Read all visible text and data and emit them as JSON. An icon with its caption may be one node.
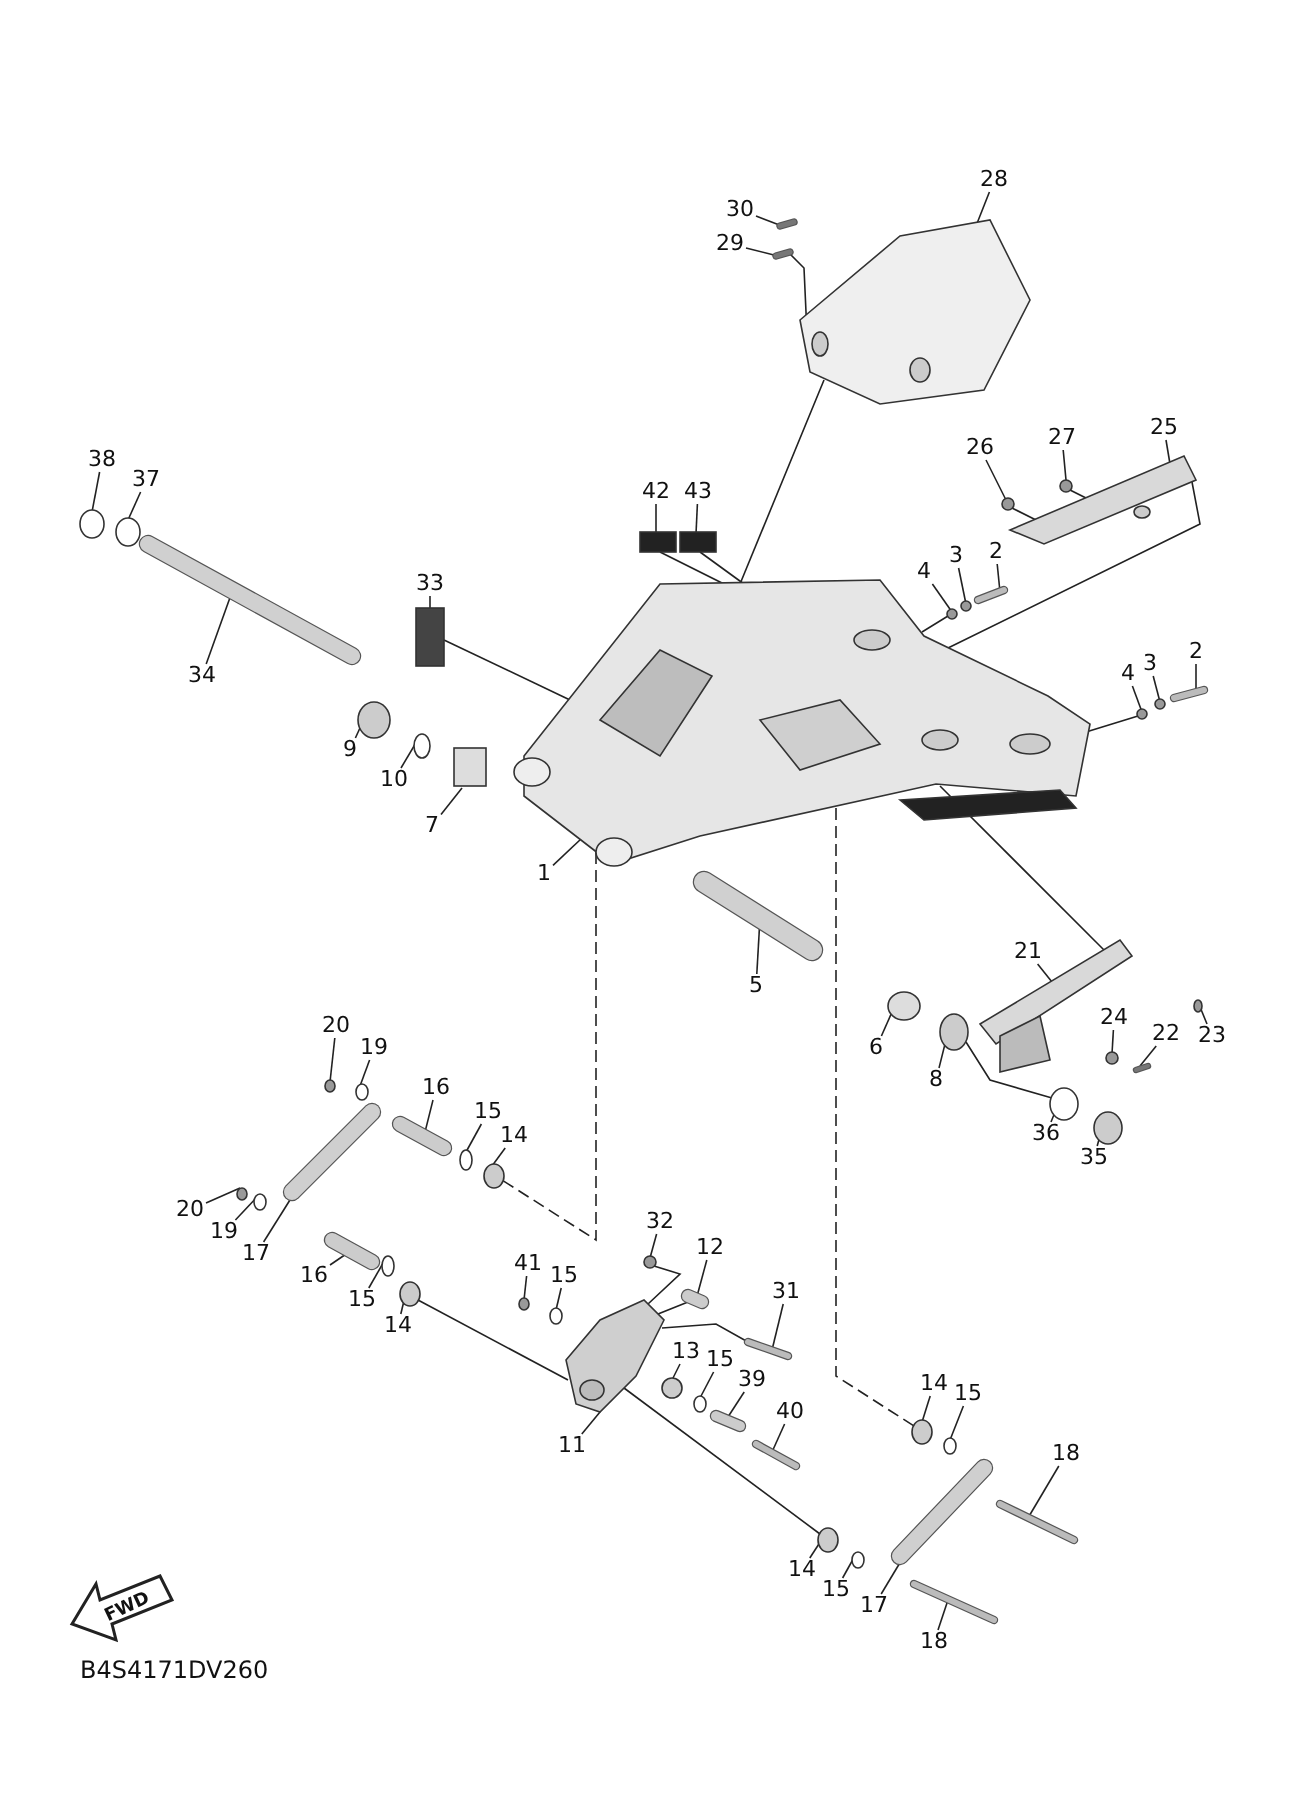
{
  "diagram": {
    "nodes": [
      {
        "text": [
          "28"
        ]
      },
      {
        "text": [
          "30"
        ]
      },
      {
        "text": [
          "29"
        ]
      },
      {
        "text": [
          "38"
        ]
      },
      {
        "text": [
          "37"
        ]
      },
      {
        "text": [
          "42"
        ]
      },
      {
        "text": [
          "43"
        ]
      },
      {
        "text": [
          "26"
        ]
      },
      {
        "text": [
          "27"
        ]
      },
      {
        "text": [
          "25"
        ]
      },
      {
        "text": [
          "33"
        ]
      },
      {
        "text": [
          "34"
        ]
      },
      {
        "text": [
          "4"
        ]
      },
      {
        "text": [
          "3"
        ]
      },
      {
        "text": [
          "2"
        ]
      },
      {
        "text": [
          "4"
        ]
      },
      {
        "text": [
          "3"
        ]
      },
      {
        "text": [
          "2"
        ]
      },
      {
        "text": [
          "9"
        ]
      },
      {
        "text": [
          "10"
        ]
      },
      {
        "text": [
          "7"
        ]
      },
      {
        "text": [
          "1"
        ]
      },
      {
        "text": [
          "5"
        ]
      },
      {
        "text": [
          "6"
        ]
      },
      {
        "text": [
          "8"
        ]
      },
      {
        "text": [
          "21"
        ]
      },
      {
        "text": [
          "36"
        ]
      },
      {
        "text": [
          "35"
        ]
      },
      {
        "text": [
          "24"
        ]
      },
      {
        "text": [
          "22"
        ]
      },
      {
        "text": [
          "23"
        ]
      },
      {
        "text": [
          "20"
        ]
      },
      {
        "text": [
          "19"
        ]
      },
      {
        "text": [
          "16"
        ]
      },
      {
        "text": [
          "15"
        ]
      },
      {
        "text": [
          "14"
        ]
      },
      {
        "text": [
          "20"
        ]
      },
      {
        "text": [
          "19"
        ]
      },
      {
        "text": [
          "17"
        ]
      },
      {
        "text": [
          "16"
        ]
      },
      {
        "text": [
          "15"
        ]
      },
      {
        "text": [
          "14"
        ]
      },
      {
        "text": [
          "32"
        ]
      },
      {
        "text": [
          "12"
        ]
      },
      {
        "text": [
          "41"
        ]
      },
      {
        "text": [
          "15"
        ]
      },
      {
        "text": [
          "31"
        ]
      },
      {
        "text": [
          "13"
        ]
      },
      {
        "text": [
          "15"
        ]
      },
      {
        "text": [
          "39"
        ]
      },
      {
        "text": [
          "40"
        ]
      },
      {
        "text": [
          "11"
        ]
      },
      {
        "text": [
          "14"
        ]
      },
      {
        "text": [
          "15"
        ]
      },
      {
        "text": [
          "18"
        ]
      },
      {
        "text": [
          "14"
        ]
      },
      {
        "text": [
          "15"
        ]
      },
      {
        "text": [
          "17"
        ]
      },
      {
        "text": [
          "18"
        ]
      },
      {
        "text": [],
        "shape": "picture"
      },
      {
        "text": [],
        "shape": "bar"
      },
      {
        "text": [],
        "shape": "bar"
      },
      {
        "text": [],
        "shape": "circle"
      },
      {
        "text": [],
        "shape": "circle"
      },
      {
        "text": [],
        "shape": "box"
      },
      {
        "text": [],
        "shape": "box"
      },
      {
        "text": [],
        "shape": "circle"
      },
      {
        "text": [],
        "shape": "circle"
      },
      {
        "text": [],
        "shape": "picture"
      },
      {
        "text": [],
        "shape": "box"
      },
      {
        "text": [],
        "shape": "bar"
      },
      {
        "text": [],
        "shape": "circle"
      },
      {
        "text": [],
        "shape": "circle"
      },
      {
        "text": [],
        "shape": "bar"
      },
      {
        "text": [],
        "shape": "circle"
      },
      {
        "text": [],
        "shape": "circle"
      },
      {
        "text": [],
        "shape": "bar"
      },
      {
        "text": [],
        "shape": "circle"
      },
      {
        "text": [],
        "shape": "circle"
      },
      {
        "text": [],
        "shape": "box"
      },
      {
        "text": [],
        "shape": "picture"
      },
      {
        "text": [],
        "shape": "bar"
      },
      {
        "text": [],
        "shape": "circle"
      },
      {
        "text": [],
        "shape": "circle"
      },
      {
        "text": [],
        "shape": "picture"
      },
      {
        "text": [],
        "shape": "circle"
      },
      {
        "text": [],
        "shape": "circle"
      },
      {
        "text": [],
        "shape": "circle"
      },
      {
        "text": [],
        "shape": "bar"
      },
      {
        "text": [],
        "shape": "circle"
      },
      {
        "text": [],
        "shape": "circle"
      },
      {
        "text": [],
        "shape": "circle"
      },
      {
        "text": [],
        "shape": "bar"
      },
      {
        "text": [],
        "shape": "circle"
      },
      {
        "text": [],
        "shape": "circle"
      },
      {
        "text": [],
        "shape": "circle"
      },
      {
        "text": [],
        "shape": "circle"
      },
      {
        "text": [],
        "shape": "bar"
      },
      {
        "text": [],
        "shape": "bar"
      },
      {
        "text": [],
        "shape": "circle"
      },
      {
        "text": [],
        "shape": "circle"
      },
      {
        "text": [],
        "shape": "circle"
      },
      {
        "text": [],
        "shape": "bar"
      },
      {
        "text": [],
        "shape": "circle"
      },
      {
        "text": [],
        "shape": "circle"
      },
      {
        "text": [],
        "shape": "bar"
      },
      {
        "text": [],
        "shape": "circle"
      },
      {
        "text": [],
        "shape": "circle"
      },
      {
        "text": [],
        "shape": "bar"
      },
      {
        "text": [],
        "shape": "bar"
      },
      {
        "text": [],
        "shape": "picture"
      },
      {
        "text": [],
        "shape": "circle"
      },
      {
        "text": [],
        "shape": "circle"
      },
      {
        "text": [],
        "shape": "bar"
      },
      {
        "text": [],
        "shape": "circle"
      },
      {
        "text": [],
        "shape": "circle"
      },
      {
        "text": [],
        "shape": "bar"
      },
      {
        "text": [],
        "shape": "bar"
      }
    ],
    "edges": [
      {
        "from": 0,
        "to": 59,
        "arrow": "none"
      },
      {
        "from": 1,
        "to": 60,
        "arrow": "none"
      },
      {
        "from": 2,
        "to": 61,
        "arrow": "none"
      },
      {
        "from": 3,
        "to": 62,
        "arrow": "none"
      },
      {
        "from": 4,
        "to": 63,
        "arrow": "none"
      },
      {
        "from": 5,
        "to": 64,
        "arrow": "none"
      },
      {
        "from": 6,
        "to": 65,
        "arrow": "none"
      },
      {
        "from": 7,
        "to": 66,
        "arrow": "none"
      },
      {
        "from": 8,
        "to": 67,
        "arrow": "none"
      },
      {
        "from": 9,
        "to": 68,
        "arrow": "none"
      },
      {
        "from": 10,
        "to": 69,
        "arrow": "none"
      },
      {
        "from": 11,
        "to": 70,
        "arrow": "none"
      },
      {
        "from": 12,
        "to": 71,
        "arrow": "none"
      },
      {
        "from": 13,
        "to": 72,
        "arrow": "none"
      },
      {
        "from": 14,
        "to": 73,
        "arrow": "none"
      },
      {
        "from": 15,
        "to": 74,
        "arrow": "none"
      },
      {
        "from": 16,
        "to": 75,
        "arrow": "none"
      },
      {
        "from": 17,
        "to": 76,
        "arrow": "none"
      },
      {
        "from": 18,
        "to": 77,
        "arrow": "none"
      },
      {
        "from": 19,
        "to": 78,
        "arrow": "none"
      },
      {
        "from": 20,
        "to": 79,
        "arrow": "none"
      },
      {
        "from": 21,
        "to": 80,
        "arrow": "none"
      },
      {
        "from": 22,
        "to": 81,
        "arrow": "none"
      },
      {
        "from": 23,
        "to": 82,
        "arrow": "none"
      },
      {
        "from": 24,
        "to": 83,
        "arrow": "none"
      },
      {
        "from": 25,
        "to": 84,
        "arrow": "none"
      },
      {
        "from": 26,
        "to": 85,
        "arrow": "none"
      },
      {
        "from": 27,
        "to": 86,
        "arrow": "none"
      },
      {
        "from": 28,
        "to": 87,
        "arrow": "none"
      },
      {
        "from": 29,
        "to": 88,
        "arrow": "none"
      },
      {
        "from": 30,
        "to": 89,
        "arrow": "none"
      },
      {
        "from": 31,
        "to": 90,
        "arrow": "none"
      },
      {
        "from": 32,
        "to": 91,
        "arrow": "none"
      },
      {
        "from": 33,
        "to": 92,
        "arrow": "none"
      },
      {
        "from": 34,
        "to": 93,
        "arrow": "none"
      },
      {
        "from": 35,
        "to": 94,
        "arrow": "none"
      },
      {
        "from": 36,
        "to": 95,
        "arrow": "none"
      },
      {
        "from": 37,
        "to": 96,
        "arrow": "none"
      },
      {
        "from": 38,
        "to": 97,
        "arrow": "none"
      },
      {
        "from": 39,
        "to": 98,
        "arrow": "none"
      },
      {
        "from": 40,
        "to": 99,
        "arrow": "none"
      },
      {
        "from": 41,
        "to": 100,
        "arrow": "none"
      },
      {
        "from": 42,
        "to": 101,
        "arrow": "none"
      },
      {
        "from": 43,
        "to": 102,
        "arrow": "none"
      },
      {
        "from": 44,
        "to": 103,
        "arrow": "none"
      },
      {
        "from": 45,
        "to": 104,
        "arrow": "none"
      },
      {
        "from": 46,
        "to": 105,
        "arrow": "none"
      },
      {
        "from": 47,
        "to": 106,
        "arrow": "none"
      },
      {
        "from": 48,
        "to": 107,
        "arrow": "none"
      },
      {
        "from": 49,
        "to": 108,
        "arrow": "none"
      },
      {
        "from": 50,
        "to": 109,
        "arrow": "none"
      },
      {
        "from": 51,
        "to": 110,
        "arrow": "none"
      },
      {
        "from": 52,
        "to": 111,
        "arrow": "none"
      },
      {
        "from": 53,
        "to": 112,
        "arrow": "none"
      },
      {
        "from": 54,
        "to": 113,
        "arrow": "none"
      },
      {
        "from": 55,
        "to": 114,
        "arrow": "none"
      },
      {
        "from": 56,
        "to": 115,
        "arrow": "none"
      },
      {
        "from": 57,
        "to": 116,
        "arrow": "none"
      },
      {
        "from": 58,
        "to": 117,
        "arrow": "none"
      },
      {
        "from": 59,
        "to": 80,
        "arrow": "none"
      },
      {
        "from": 64,
        "to": 80,
        "arrow": "none"
      },
      {
        "from": 65,
        "to": 80,
        "arrow": "none"
      },
      {
        "from": 61,
        "to": 59,
        "arrow": "none"
      },
      {
        "from": 66,
        "to": 68,
        "arrow": "none"
      },
      {
        "from": 67,
        "to": 68,
        "arrow": "none"
      },
      {
        "from": 68,
        "to": 80,
        "arrow": "none"
      },
      {
        "from": 71,
        "to": 80,
        "arrow": "none"
      },
      {
        "from": 74,
        "to": 80,
        "arrow": "none"
      },
      {
        "from": 69,
        "to": 80,
        "arrow": "none"
      },
      {
        "from": 80,
        "to": 84,
        "arrow": "none"
      },
      {
        "from": 80,
        "to": 94,
        "arrow": "none",
        "style": "dashed"
      },
      {
        "from": 80,
        "to": 111,
        "arrow": "none",
        "style": "dashed"
      },
      {
        "from": 100,
        "to": 110,
        "arrow": "none"
      },
      {
        "from": 110,
        "to": 114,
        "arrow": "none"
      },
      {
        "from": 101,
        "to": 110,
        "arrow": "none"
      },
      {
        "from": 102,
        "to": 110,
        "arrow": "none"
      },
      {
        "from": 105,
        "to": 110,
        "arrow": "none"
      },
      {
        "from": 83,
        "to": 85,
        "arrow": "none"
      }
    ],
    "labels": [
      "FWD",
      "B4S4171DV260"
    ]
  }
}
